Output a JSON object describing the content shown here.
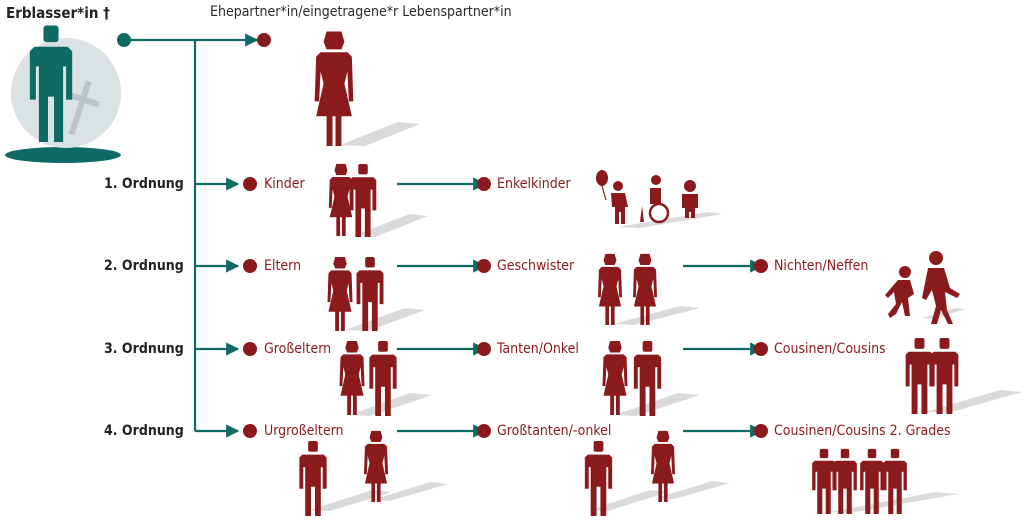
{
  "deceased": {
    "label": "Erblasser*in †"
  },
  "spouse": {
    "label": "Ehepartner*in/eingetragene*r Lebenspartner*in"
  },
  "orders": [
    {
      "label": "1. Ordnung",
      "nodes": [
        "Kinder",
        "Enkelkinder"
      ]
    },
    {
      "label": "2. Ordnung",
      "nodes": [
        "Eltern",
        "Geschwister",
        "Nichten/Neffen"
      ]
    },
    {
      "label": "3. Ordnung",
      "nodes": [
        "Großeltern",
        "Tanten/Onkel",
        "Cousinen/Cousins"
      ]
    },
    {
      "label": "4. Ordnung",
      "nodes": [
        "Urgroßeltern",
        "Großtanten/-onkel",
        "Cousinen/Cousins 2. Grades"
      ]
    }
  ],
  "colors": {
    "teal": "#0e6a63",
    "red": "#8b1a1d",
    "text": "#222222",
    "shadow": "#d9d9d9",
    "halo": "#dbe2e3"
  }
}
